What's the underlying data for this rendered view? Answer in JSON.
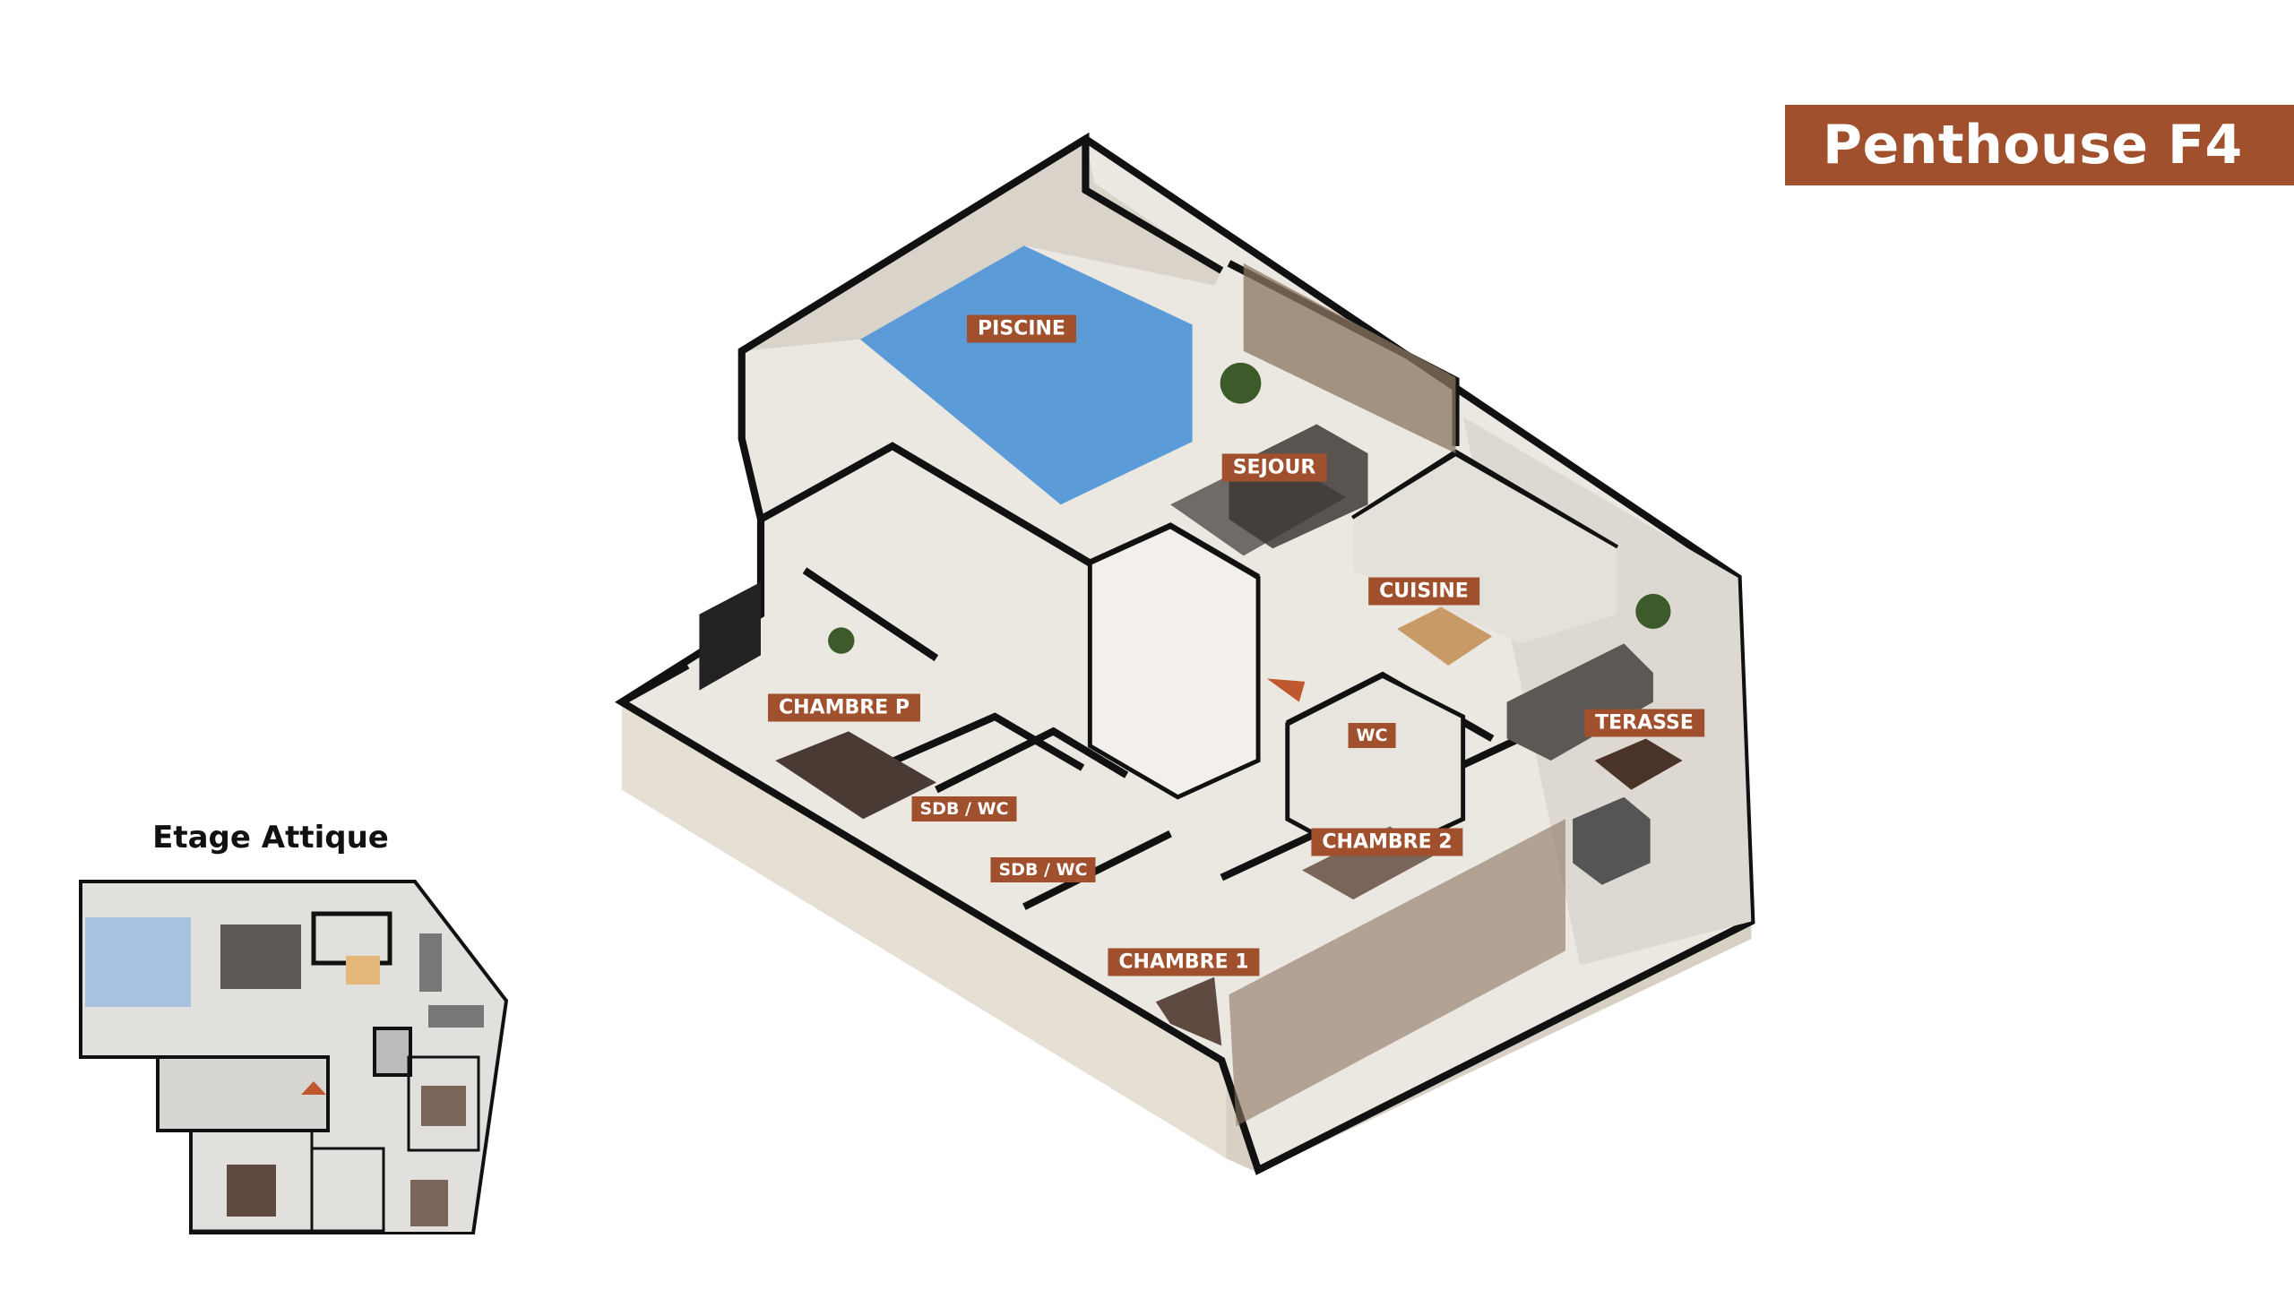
{
  "header": {
    "title": "Penthouse F4"
  },
  "rooms": {
    "piscine": "PISCINE",
    "sejour": "SEJOUR",
    "cuisine": "CUISINE",
    "chambre_p": "CHAMBRE P",
    "terasse": "TERASSE",
    "wc": "WC",
    "sdb_wc_1": "SDB / WC",
    "sdb_wc_2": "SDB / WC",
    "chambre_2": "CHAMBRE 2",
    "chambre_1": "CHAMBRE 1"
  },
  "minimap": {
    "title": "Etage Attique"
  },
  "colors": {
    "accent": "#a0502d",
    "pool": "#5b9bd8",
    "floor": "#ebe7e1",
    "wall": "#111111"
  }
}
